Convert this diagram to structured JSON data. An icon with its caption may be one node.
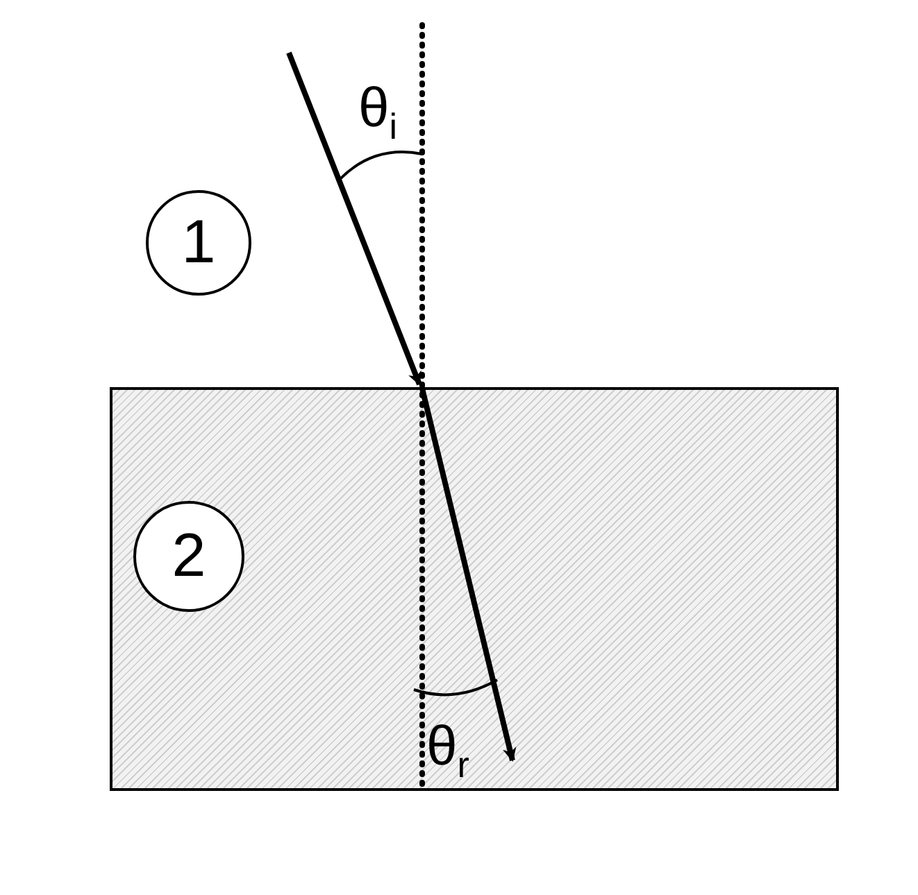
{
  "diagram": {
    "nodes": [
      {
        "text": [
          "1"
        ]
      },
      {
        "text": [],
        "shape": "box"
      },
      {
        "text": [
          "2"
        ],
        "in": 1
      }
    ],
    "edges": [
      {
        "from": null,
        "to": 1,
        "arrow": "to"
      }
    ],
    "labels": [
      "θ$_{i}$",
      "θ$_{r}$"
    ]
  }
}
